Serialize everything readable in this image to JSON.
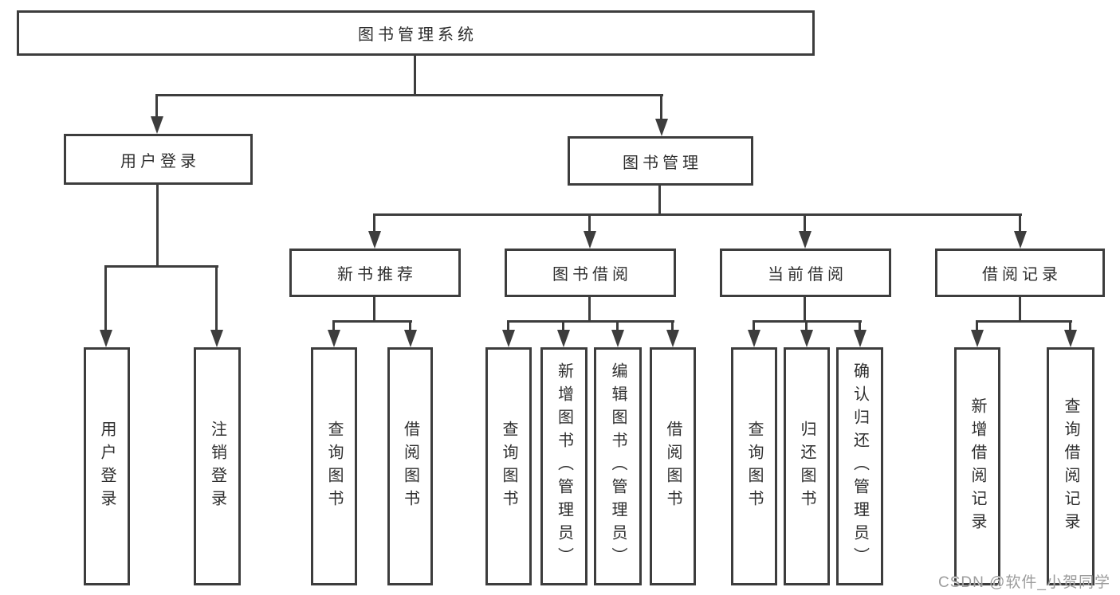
{
  "tree": {
    "label": "图书管理系统",
    "children": [
      {
        "label": "用户登录",
        "children": [
          {
            "label": "用户登录"
          },
          {
            "label": "注销登录"
          }
        ]
      },
      {
        "label": "图书管理",
        "children": [
          {
            "label": "新书推荐",
            "children": [
              {
                "label": "查询图书"
              },
              {
                "label": "借阅图书"
              }
            ]
          },
          {
            "label": "图书借阅",
            "children": [
              {
                "label": "查询图书"
              },
              {
                "label": "新增图书（管理员）"
              },
              {
                "label": "编辑图书（管理员）"
              },
              {
                "label": "借阅图书"
              }
            ]
          },
          {
            "label": "当前借阅",
            "children": [
              {
                "label": "查询图书"
              },
              {
                "label": "归还图书"
              },
              {
                "label": "确认归还（管理员）"
              }
            ]
          },
          {
            "label": "借阅记录",
            "children": [
              {
                "label": "新增借阅记录"
              },
              {
                "label": "查询借阅记录"
              }
            ]
          }
        ]
      }
    ]
  },
  "watermark": {
    "text": "CSDN @软件_小贺同学"
  },
  "colors": {
    "line": "#3d3d3d",
    "text": "#2e2e2e",
    "background": "#ffffff",
    "watermark": "#9c9c9c"
  }
}
